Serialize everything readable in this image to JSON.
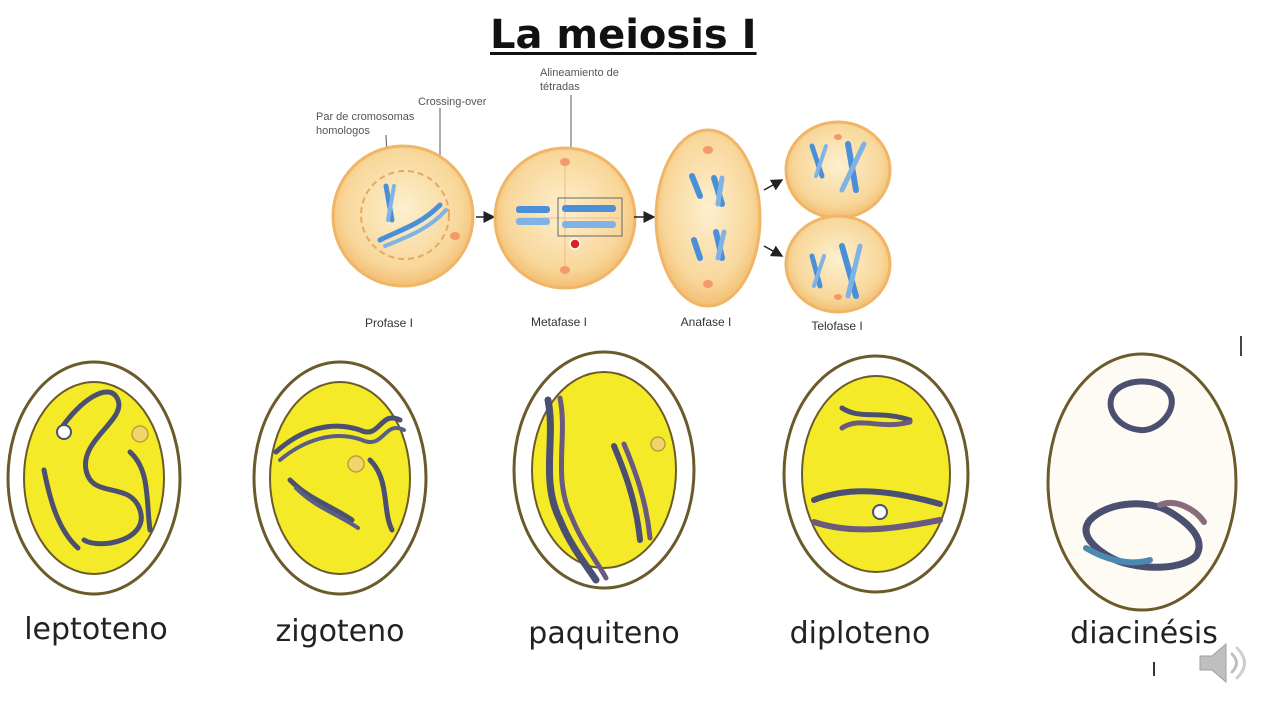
{
  "title": "La meiosis I",
  "top_diagram": {
    "annotations": {
      "homologous_pair": "Par de cromosomas homologos",
      "crossing_over": "Crossing-over",
      "tetrad_alignment": "Alineamiento de tétradas"
    },
    "phases": [
      "Profase I",
      "Metafase I",
      "Anafase I",
      "Telofase I"
    ]
  },
  "prophase_stages": [
    "leptoteno",
    "zigoteno",
    "paquiteno",
    "diploteno",
    "diacinésis"
  ],
  "colors": {
    "cell_fill": "#f8d79a",
    "cell_border": "#f0b565",
    "chromosome_blue": "#4a90d9",
    "nucleus_yellow": "#f5ea28",
    "nucleus_border": "#6b5a2a",
    "chromosome_dark": "#4b4f70"
  }
}
